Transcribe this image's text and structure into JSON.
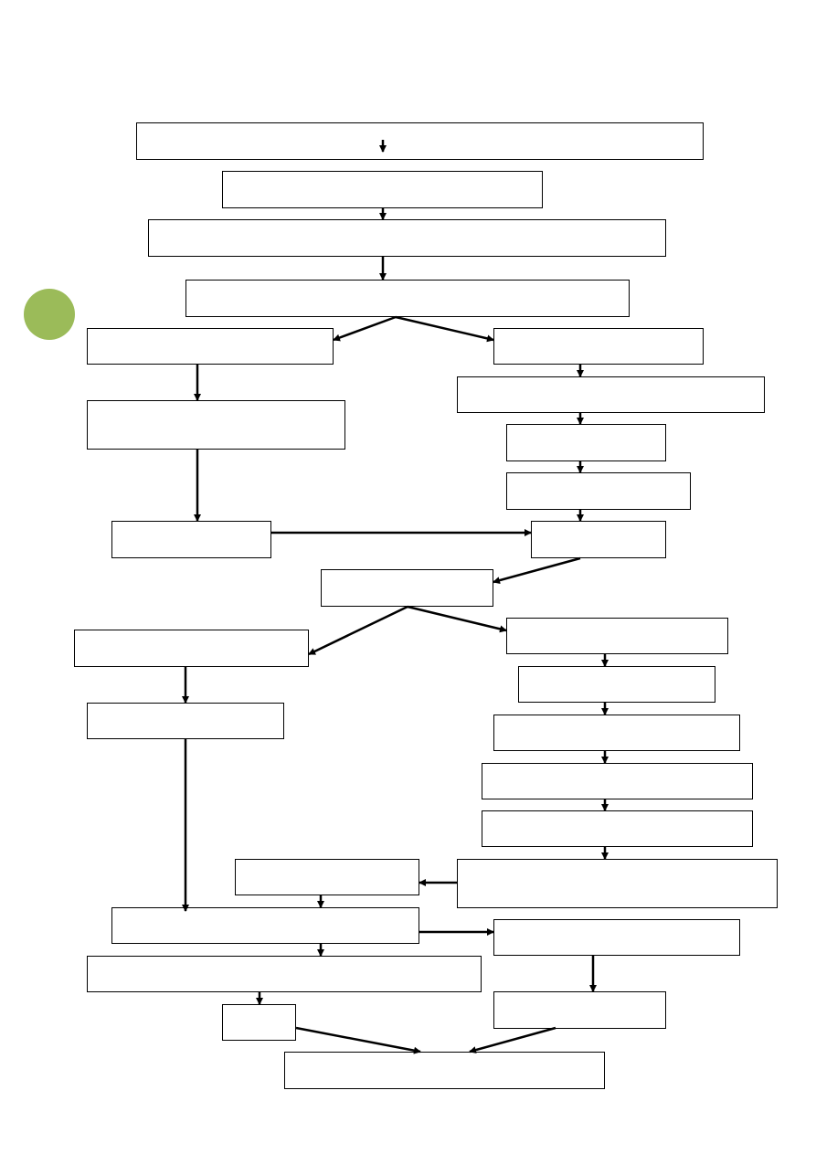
{
  "page": {
    "background": "#ffffff"
  },
  "marker": {
    "color": "#9bbb59",
    "icon": "green-circle-icon"
  },
  "boxes": [
    {
      "id": "b1",
      "label": ""
    },
    {
      "id": "b2",
      "label": ""
    },
    {
      "id": "b3",
      "label": ""
    },
    {
      "id": "b4",
      "label": ""
    },
    {
      "id": "b5",
      "label": ""
    },
    {
      "id": "b6",
      "label": ""
    },
    {
      "id": "b7",
      "label": ""
    },
    {
      "id": "b8",
      "label": ""
    },
    {
      "id": "b9",
      "label": ""
    },
    {
      "id": "b10",
      "label": ""
    },
    {
      "id": "b11",
      "label": ""
    },
    {
      "id": "b12",
      "label": ""
    },
    {
      "id": "b13",
      "label": ""
    },
    {
      "id": "b14",
      "label": ""
    },
    {
      "id": "b15",
      "label": ""
    },
    {
      "id": "b16",
      "label": ""
    },
    {
      "id": "b17",
      "label": ""
    },
    {
      "id": "b18",
      "label": ""
    },
    {
      "id": "b19",
      "label": ""
    },
    {
      "id": "b20",
      "label": ""
    },
    {
      "id": "b21",
      "label": ""
    },
    {
      "id": "b22",
      "label": ""
    },
    {
      "id": "b23",
      "label": ""
    },
    {
      "id": "b24",
      "label": ""
    },
    {
      "id": "b25",
      "label": ""
    },
    {
      "id": "b26",
      "label": ""
    },
    {
      "id": "b27",
      "label": ""
    },
    {
      "id": "b28",
      "label": ""
    }
  ],
  "links": [
    {
      "from": "b1",
      "to": "b2"
    },
    {
      "from": "b2",
      "to": "b3"
    },
    {
      "from": "b3",
      "to": "b4"
    },
    {
      "from": "b4",
      "to": "b5"
    },
    {
      "from": "b4",
      "to": "b6"
    },
    {
      "from": "b5",
      "to": "b7"
    },
    {
      "from": "b6",
      "to": "b8"
    },
    {
      "from": "b8",
      "to": "b9"
    },
    {
      "from": "b9",
      "to": "b10"
    },
    {
      "from": "b10",
      "to": "b12"
    },
    {
      "from": "b7",
      "to": "b11"
    },
    {
      "from": "b11",
      "to": "b12"
    },
    {
      "from": "b12",
      "to": "b13"
    },
    {
      "from": "b13",
      "to": "b14"
    },
    {
      "from": "b13",
      "to": "b15"
    },
    {
      "from": "b14",
      "to": "b16"
    },
    {
      "from": "b15",
      "to": "b17"
    },
    {
      "from": "b17",
      "to": "b18"
    },
    {
      "from": "b18",
      "to": "b19"
    },
    {
      "from": "b19",
      "to": "b20"
    },
    {
      "from": "b20",
      "to": "b21"
    },
    {
      "from": "b21",
      "to": "b22"
    },
    {
      "from": "b16",
      "to": "b23"
    },
    {
      "from": "b22",
      "to": "b23"
    },
    {
      "from": "b23",
      "to": "b24"
    },
    {
      "from": "b23",
      "to": "b25"
    },
    {
      "from": "b24",
      "to": "b26"
    },
    {
      "from": "b25",
      "to": "b27"
    },
    {
      "from": "b26",
      "to": "b28"
    },
    {
      "from": "b27",
      "to": "b28"
    }
  ]
}
